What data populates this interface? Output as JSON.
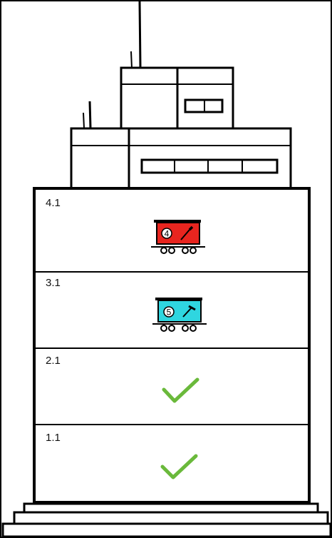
{
  "floors": [
    {
      "label": "4.1",
      "status": "wagon",
      "wagon": {
        "number": "4",
        "color": "#e8251f",
        "tool": "screwdriver-icon"
      }
    },
    {
      "label": "3.1",
      "status": "wagon",
      "wagon": {
        "number": "5",
        "color": "#2fd6e0",
        "tool": "hammer-icon"
      }
    },
    {
      "label": "2.1",
      "status": "done",
      "check_color": "#6ab93b"
    },
    {
      "label": "1.1",
      "status": "done",
      "check_color": "#6ab93b"
    }
  ]
}
